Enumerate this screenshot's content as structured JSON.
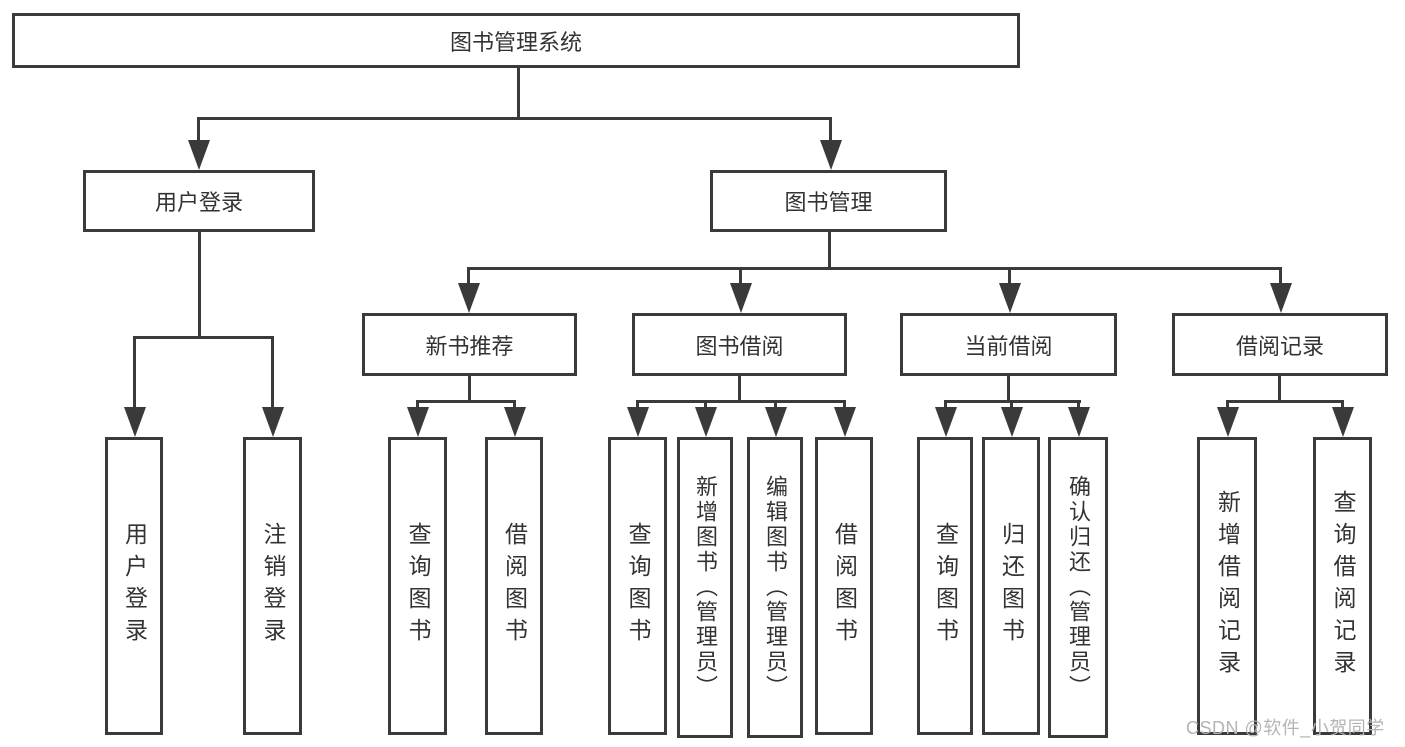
{
  "diagram": {
    "root": {
      "label": "图书管理系统"
    },
    "level1": [
      {
        "id": "user-login",
        "label": "用户登录"
      },
      {
        "id": "book-management",
        "label": "图书管理"
      }
    ],
    "level2": [
      {
        "id": "new-book-recommend",
        "label": "新书推荐"
      },
      {
        "id": "book-borrow",
        "label": "图书借阅"
      },
      {
        "id": "current-borrow",
        "label": "当前借阅"
      },
      {
        "id": "borrow-records",
        "label": "借阅记录"
      }
    ],
    "leaves": {
      "user_login": [
        {
          "label": "用户登录"
        },
        {
          "label": "注销登录"
        }
      ],
      "new_book_recommend": [
        {
          "label": "查询图书"
        },
        {
          "label": "借阅图书"
        }
      ],
      "book_borrow": [
        {
          "label": "查询图书"
        },
        {
          "label": "新增图书（管理员）"
        },
        {
          "label": "编辑图书（管理员）"
        },
        {
          "label": "借阅图书"
        }
      ],
      "current_borrow": [
        {
          "label": "查询图书"
        },
        {
          "label": "归还图书"
        },
        {
          "label": "确认归还（管理员）"
        }
      ],
      "borrow_records": [
        {
          "label": "新增借阅记录"
        },
        {
          "label": "查询借阅记录"
        }
      ]
    },
    "watermark": "CSDN @软件_小贺同学",
    "colors": {
      "line": "#3a3a3a",
      "text": "#333333",
      "watermark": "#b4b4b4",
      "background": "#ffffff"
    }
  }
}
